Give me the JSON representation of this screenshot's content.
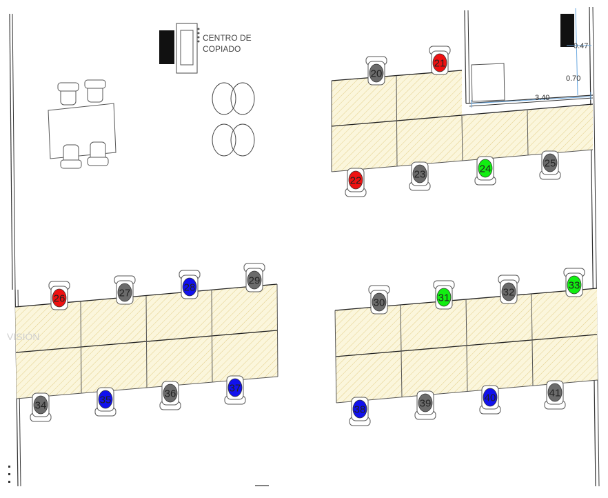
{
  "copy_center": {
    "line1": "CENTRO DE",
    "line2": "COPIADO"
  },
  "dimensions": {
    "d1": "0.47",
    "d2": "0.70",
    "d3": "3.40"
  },
  "faint_label": "VISIÓN",
  "status_colors": {
    "red": "#ee1111",
    "green": "#11ee11",
    "blue": "#1111ee",
    "gray": "#6b6b6b"
  },
  "seats": [
    {
      "num": "20",
      "status": "gray",
      "facing": "up"
    },
    {
      "num": "21",
      "status": "red",
      "facing": "up"
    },
    {
      "num": "22",
      "status": "red",
      "facing": "down"
    },
    {
      "num": "23",
      "status": "gray",
      "facing": "down"
    },
    {
      "num": "24",
      "status": "green",
      "facing": "down"
    },
    {
      "num": "25",
      "status": "gray",
      "facing": "down"
    },
    {
      "num": "26",
      "status": "red",
      "facing": "up"
    },
    {
      "num": "27",
      "status": "gray",
      "facing": "up"
    },
    {
      "num": "28",
      "status": "blue",
      "facing": "up"
    },
    {
      "num": "29",
      "status": "gray",
      "facing": "up"
    },
    {
      "num": "30",
      "status": "gray",
      "facing": "up"
    },
    {
      "num": "31",
      "status": "green",
      "facing": "up"
    },
    {
      "num": "32",
      "status": "gray",
      "facing": "up"
    },
    {
      "num": "33",
      "status": "green",
      "facing": "up"
    },
    {
      "num": "34",
      "status": "gray",
      "facing": "down"
    },
    {
      "num": "35",
      "status": "blue",
      "facing": "down"
    },
    {
      "num": "36",
      "status": "gray",
      "facing": "down"
    },
    {
      "num": "37",
      "status": "blue",
      "facing": "down"
    },
    {
      "num": "38",
      "status": "blue",
      "facing": "down"
    },
    {
      "num": "39",
      "status": "gray",
      "facing": "down"
    },
    {
      "num": "40",
      "status": "blue",
      "facing": "down"
    },
    {
      "num": "41",
      "status": "gray",
      "facing": "down"
    }
  ]
}
